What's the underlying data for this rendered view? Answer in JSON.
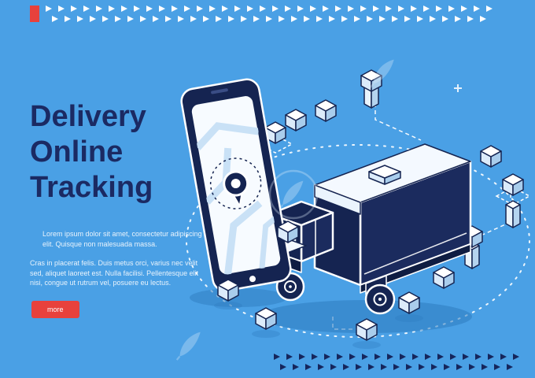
{
  "colors": {
    "background": "#4aa0e5",
    "accent_red": "#e8413c",
    "navy": "#152451",
    "heading": "#1b2a63",
    "text_light": "#e9f3fc",
    "line_white": "#ffffff",
    "shadow_blue": "#2e7cc0"
  },
  "heading": {
    "line1": "Delivery",
    "line2": "Online",
    "line3": "Tracking"
  },
  "paragraphs": {
    "p1": "Lorem ipsum dolor sit amet, consectetur adipiscing elit. Quisque non malesuada massa.",
    "p2": "Cras in placerat felis. Duis metus orci, varius nec velit sed, aliquet laoreet est. Nulla facilisi. Pellentesque elit nisi, congue ut rutrum vel, posuere eu lectus."
  },
  "button": {
    "label": "more"
  },
  "illustration": {
    "icons": [
      "smartphone-with-map",
      "location-pin-icon",
      "delivery-truck",
      "package-box",
      "dashed-route-circle",
      "watermark-feather"
    ]
  }
}
